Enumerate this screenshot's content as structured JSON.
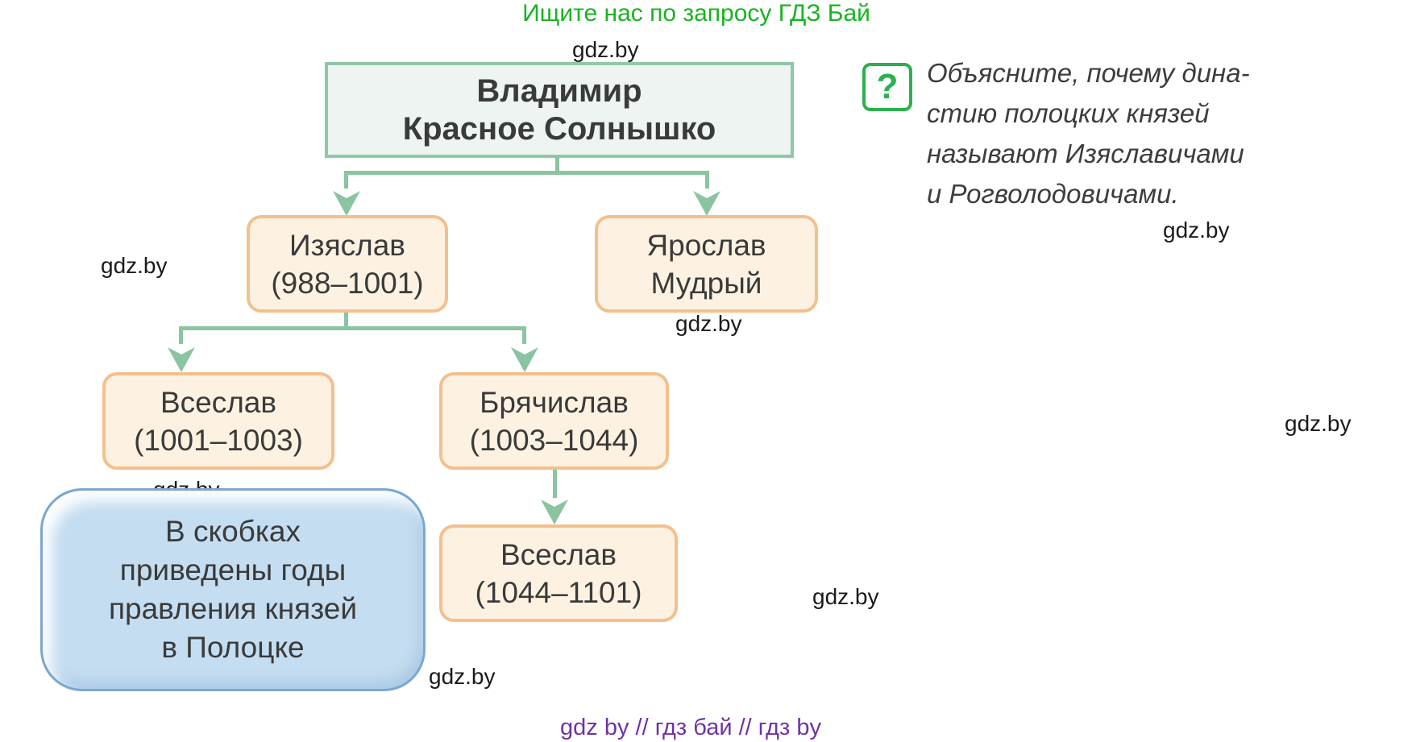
{
  "promo": {
    "text": "Ищите нас по запросу ГДЗ Бай"
  },
  "watermark": {
    "text": "gdz.by"
  },
  "tree": {
    "vladimir": {
      "line1": "Владимир",
      "line2": "Красное Солнышко"
    },
    "izyaslav": {
      "name": "Изяслав",
      "years": "(988–1001)"
    },
    "yaroslav": {
      "line1": "Ярослав",
      "line2": "Мудрый"
    },
    "vseslav_1": {
      "name": "Всеслав",
      "years": "(1001–1003)"
    },
    "bryachislav": {
      "name": "Брячислав",
      "years": "(1003–1044)"
    },
    "vseslav_2": {
      "name": "Всеслав",
      "years": "(1044–1101)"
    }
  },
  "note": {
    "line1": "В скобках",
    "line2": "приведены годы",
    "line3": "правления князей",
    "line4": "в Полоцке"
  },
  "question": {
    "mark": "?",
    "line1": "Объясните, почему дина-",
    "line2": "стию полоцких князей",
    "line3": "называют Изяславичами",
    "line4": "и Рогволодовичами."
  },
  "footer": {
    "text": "gdz by  //  гдз бай  //  гдз by"
  },
  "colors": {
    "connector_green": "#8ac4a0",
    "root_fill": "#edf4f1",
    "root_border": "#8ec9a5",
    "orange_fill": "#fdf2e2",
    "orange_border": "#f3c08d",
    "note_fill": "#c4ddf1",
    "note_border": "#78a8d0",
    "promo_green": "#19b322",
    "icon_green": "#2ab04c",
    "footer_purple": "#7133a3",
    "text_dark": "#3a3a3a"
  }
}
